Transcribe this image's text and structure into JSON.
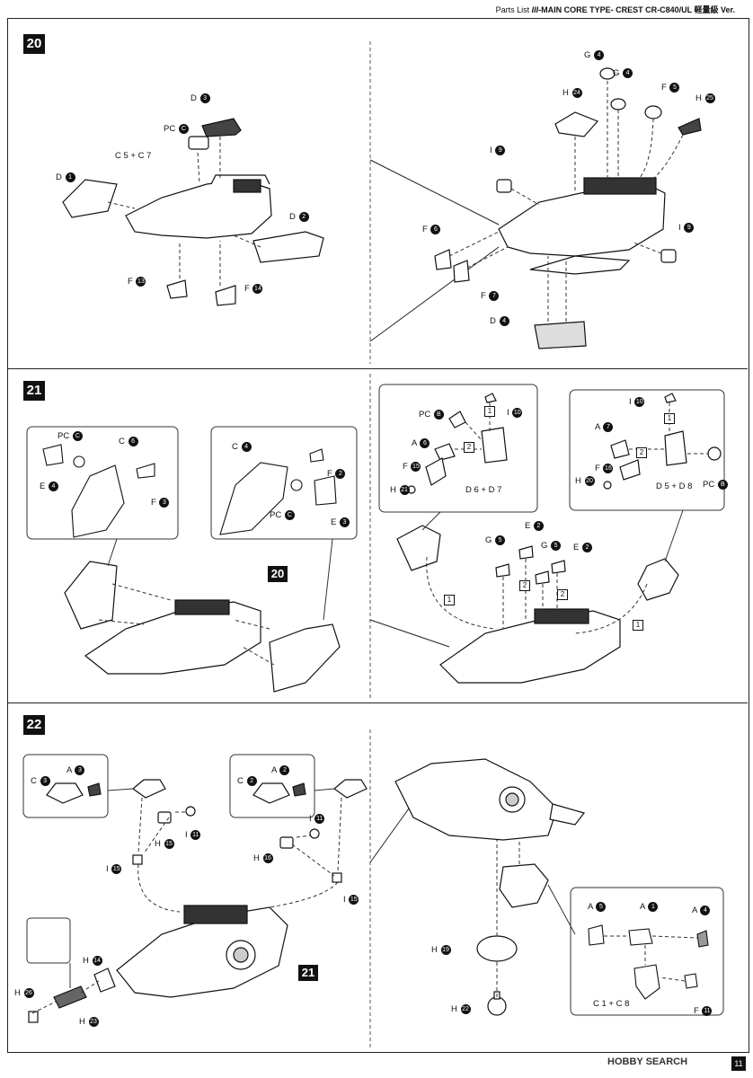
{
  "header": {
    "prefix": "Parts List",
    "title": "-MAIN CORE TYPE- CREST CR-C840/UL 軽量級 Ver."
  },
  "steps": [
    {
      "number": "20"
    },
    {
      "number": "21"
    },
    {
      "number": "22"
    }
  ],
  "step20": {
    "left": {
      "d3": "D",
      "d3n": "3",
      "pcc": "PC",
      "pccn": "C",
      "c5c7": "C 5 + C 7",
      "d1": "D",
      "d1n": "1",
      "d2": "D",
      "d2n": "2",
      "f13": "F",
      "f13n": "13",
      "f14": "F",
      "f14n": "14"
    },
    "right": {
      "g4a": "G",
      "g4an": "4",
      "g4b": "G",
      "g4bn": "4",
      "h24": "H",
      "h24n": "24",
      "f5": "F",
      "f5n": "5",
      "h25": "H",
      "h25n": "25",
      "i9a": "I",
      "i9an": "9",
      "f6": "F",
      "f6n": "6",
      "i9b": "I",
      "i9bn": "9",
      "f7": "F",
      "f7n": "7",
      "d4": "D",
      "d4n": "4"
    }
  },
  "step21": {
    "left": {
      "pcc": "PC",
      "pccn": "C",
      "c6": "C",
      "c6n": "6",
      "e4": "E",
      "e4n": "4",
      "f3": "F",
      "f3n": "3",
      "c4": "C",
      "c4n": "4",
      "f2": "F",
      "f2n": "2",
      "pcc2": "PC",
      "pcc2n": "C",
      "e3": "E",
      "e3n": "3",
      "ref": "20"
    },
    "right": {
      "pcb": "PC",
      "pcbn": "B",
      "i10": "I",
      "i10n": "10",
      "a6": "A",
      "a6n": "6",
      "f15": "F",
      "f15n": "15",
      "h21": "H",
      "h21n": "21",
      "d6d7": "D 6 + D 7",
      "i10b": "I",
      "i10bn": "10",
      "a7": "A",
      "a7n": "7",
      "f16": "F",
      "f16n": "16",
      "h20": "H",
      "h20n": "20",
      "d5d8": "D 5 + D 8",
      "pcb2": "PC",
      "pcb2n": "B",
      "g5a": "G",
      "g5an": "5",
      "e2a": "E",
      "e2an": "2",
      "g5b": "G",
      "g5bn": "5",
      "e2b": "E",
      "e2bn": "2",
      "s1": "1",
      "s2": "2"
    }
  },
  "step22": {
    "left": {
      "c3": "C",
      "c3n": "3",
      "a3": "A",
      "a3n": "3",
      "c2": "C",
      "c2n": "2",
      "a2": "A",
      "a2n": "2",
      "i11a": "I",
      "i11an": "11",
      "h15": "H",
      "h15n": "15",
      "i15a": "I",
      "i15an": "15",
      "i11b": "I",
      "i11bn": "11",
      "h16": "H",
      "h16n": "16",
      "i15b": "I",
      "i15bn": "15",
      "h14": "H",
      "h14n": "14",
      "h26": "H",
      "h26n": "26",
      "h23": "H",
      "h23n": "23",
      "ref": "21"
    },
    "right": {
      "h19": "H",
      "h19n": "19",
      "h22": "H",
      "h22n": "22",
      "a5": "A",
      "a5n": "5",
      "a1": "A",
      "a1n": "1",
      "a4": "A",
      "a4n": "4",
      "c1c8": "C 1 + C 8",
      "f11": "F",
      "f11n": "11"
    }
  },
  "footer": {
    "logo": "HOBBY SEARCH",
    "page": "11"
  }
}
